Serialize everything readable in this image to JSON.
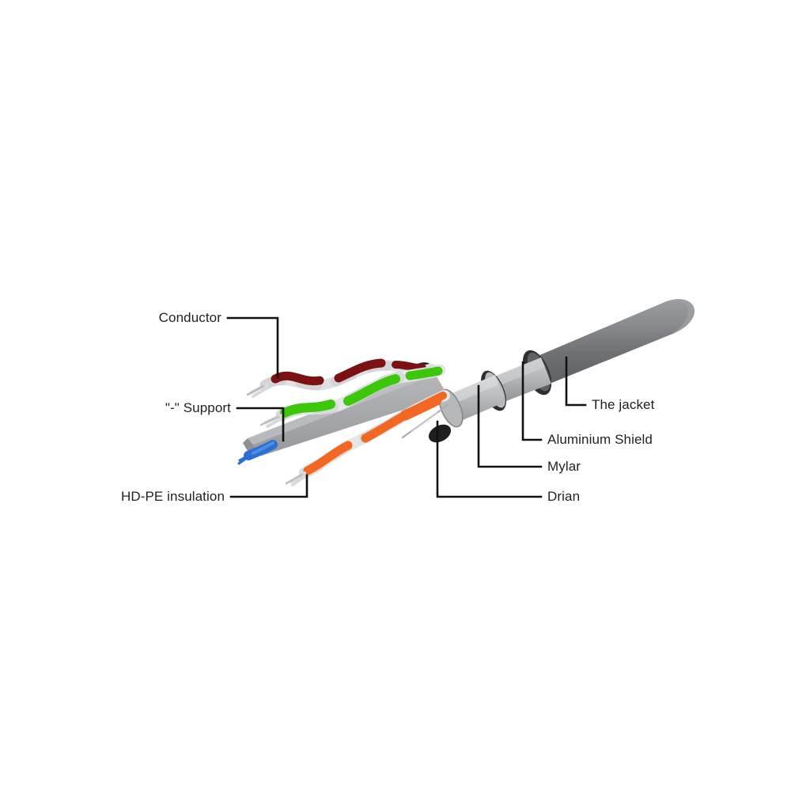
{
  "figure": {
    "subject": "Shielded twisted-pair network cable cutaway",
    "background_color": "#ffffff"
  },
  "labels": {
    "conductor": "Conductor",
    "support": "\"-\" Support",
    "hdpe": "HD-PE insulation",
    "jacket": "The jacket",
    "shield": "Aluminium Shield",
    "mylar": "Mylar",
    "drain": "Drian"
  },
  "colors": {
    "leader_line": "#111111",
    "text": "#231f20",
    "jacket_dark": "#6f7074",
    "jacket_mid": "#87898d",
    "jacket_light": "#a7a9ac",
    "mylar": "#bcbec0",
    "shield_ring": "#2b2b2b",
    "spline_gray": "#a7a9ac",
    "wire_brown": "#7b1113",
    "wire_green": "#3cc70a",
    "wire_orange": "#f26722",
    "wire_blue": "#2a6fd6",
    "wire_white": "#e8eaec"
  },
  "parts": [
    {
      "name": "Conductor",
      "side": "left"
    },
    {
      "name": "\"-\" Support",
      "side": "left"
    },
    {
      "name": "HD-PE insulation",
      "side": "left"
    },
    {
      "name": "The jacket",
      "side": "right"
    },
    {
      "name": "Aluminium Shield",
      "side": "right"
    },
    {
      "name": "Mylar",
      "side": "right"
    },
    {
      "name": "Drian",
      "side": "right"
    }
  ]
}
